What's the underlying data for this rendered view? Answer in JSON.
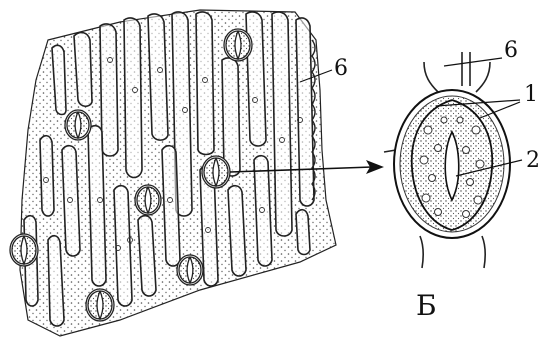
{
  "figure": {
    "labels": {
      "label_6_left": "6",
      "label_6_right": "6",
      "label_1": "1",
      "label_2": "2",
      "panel_letter": "Б"
    }
  }
}
